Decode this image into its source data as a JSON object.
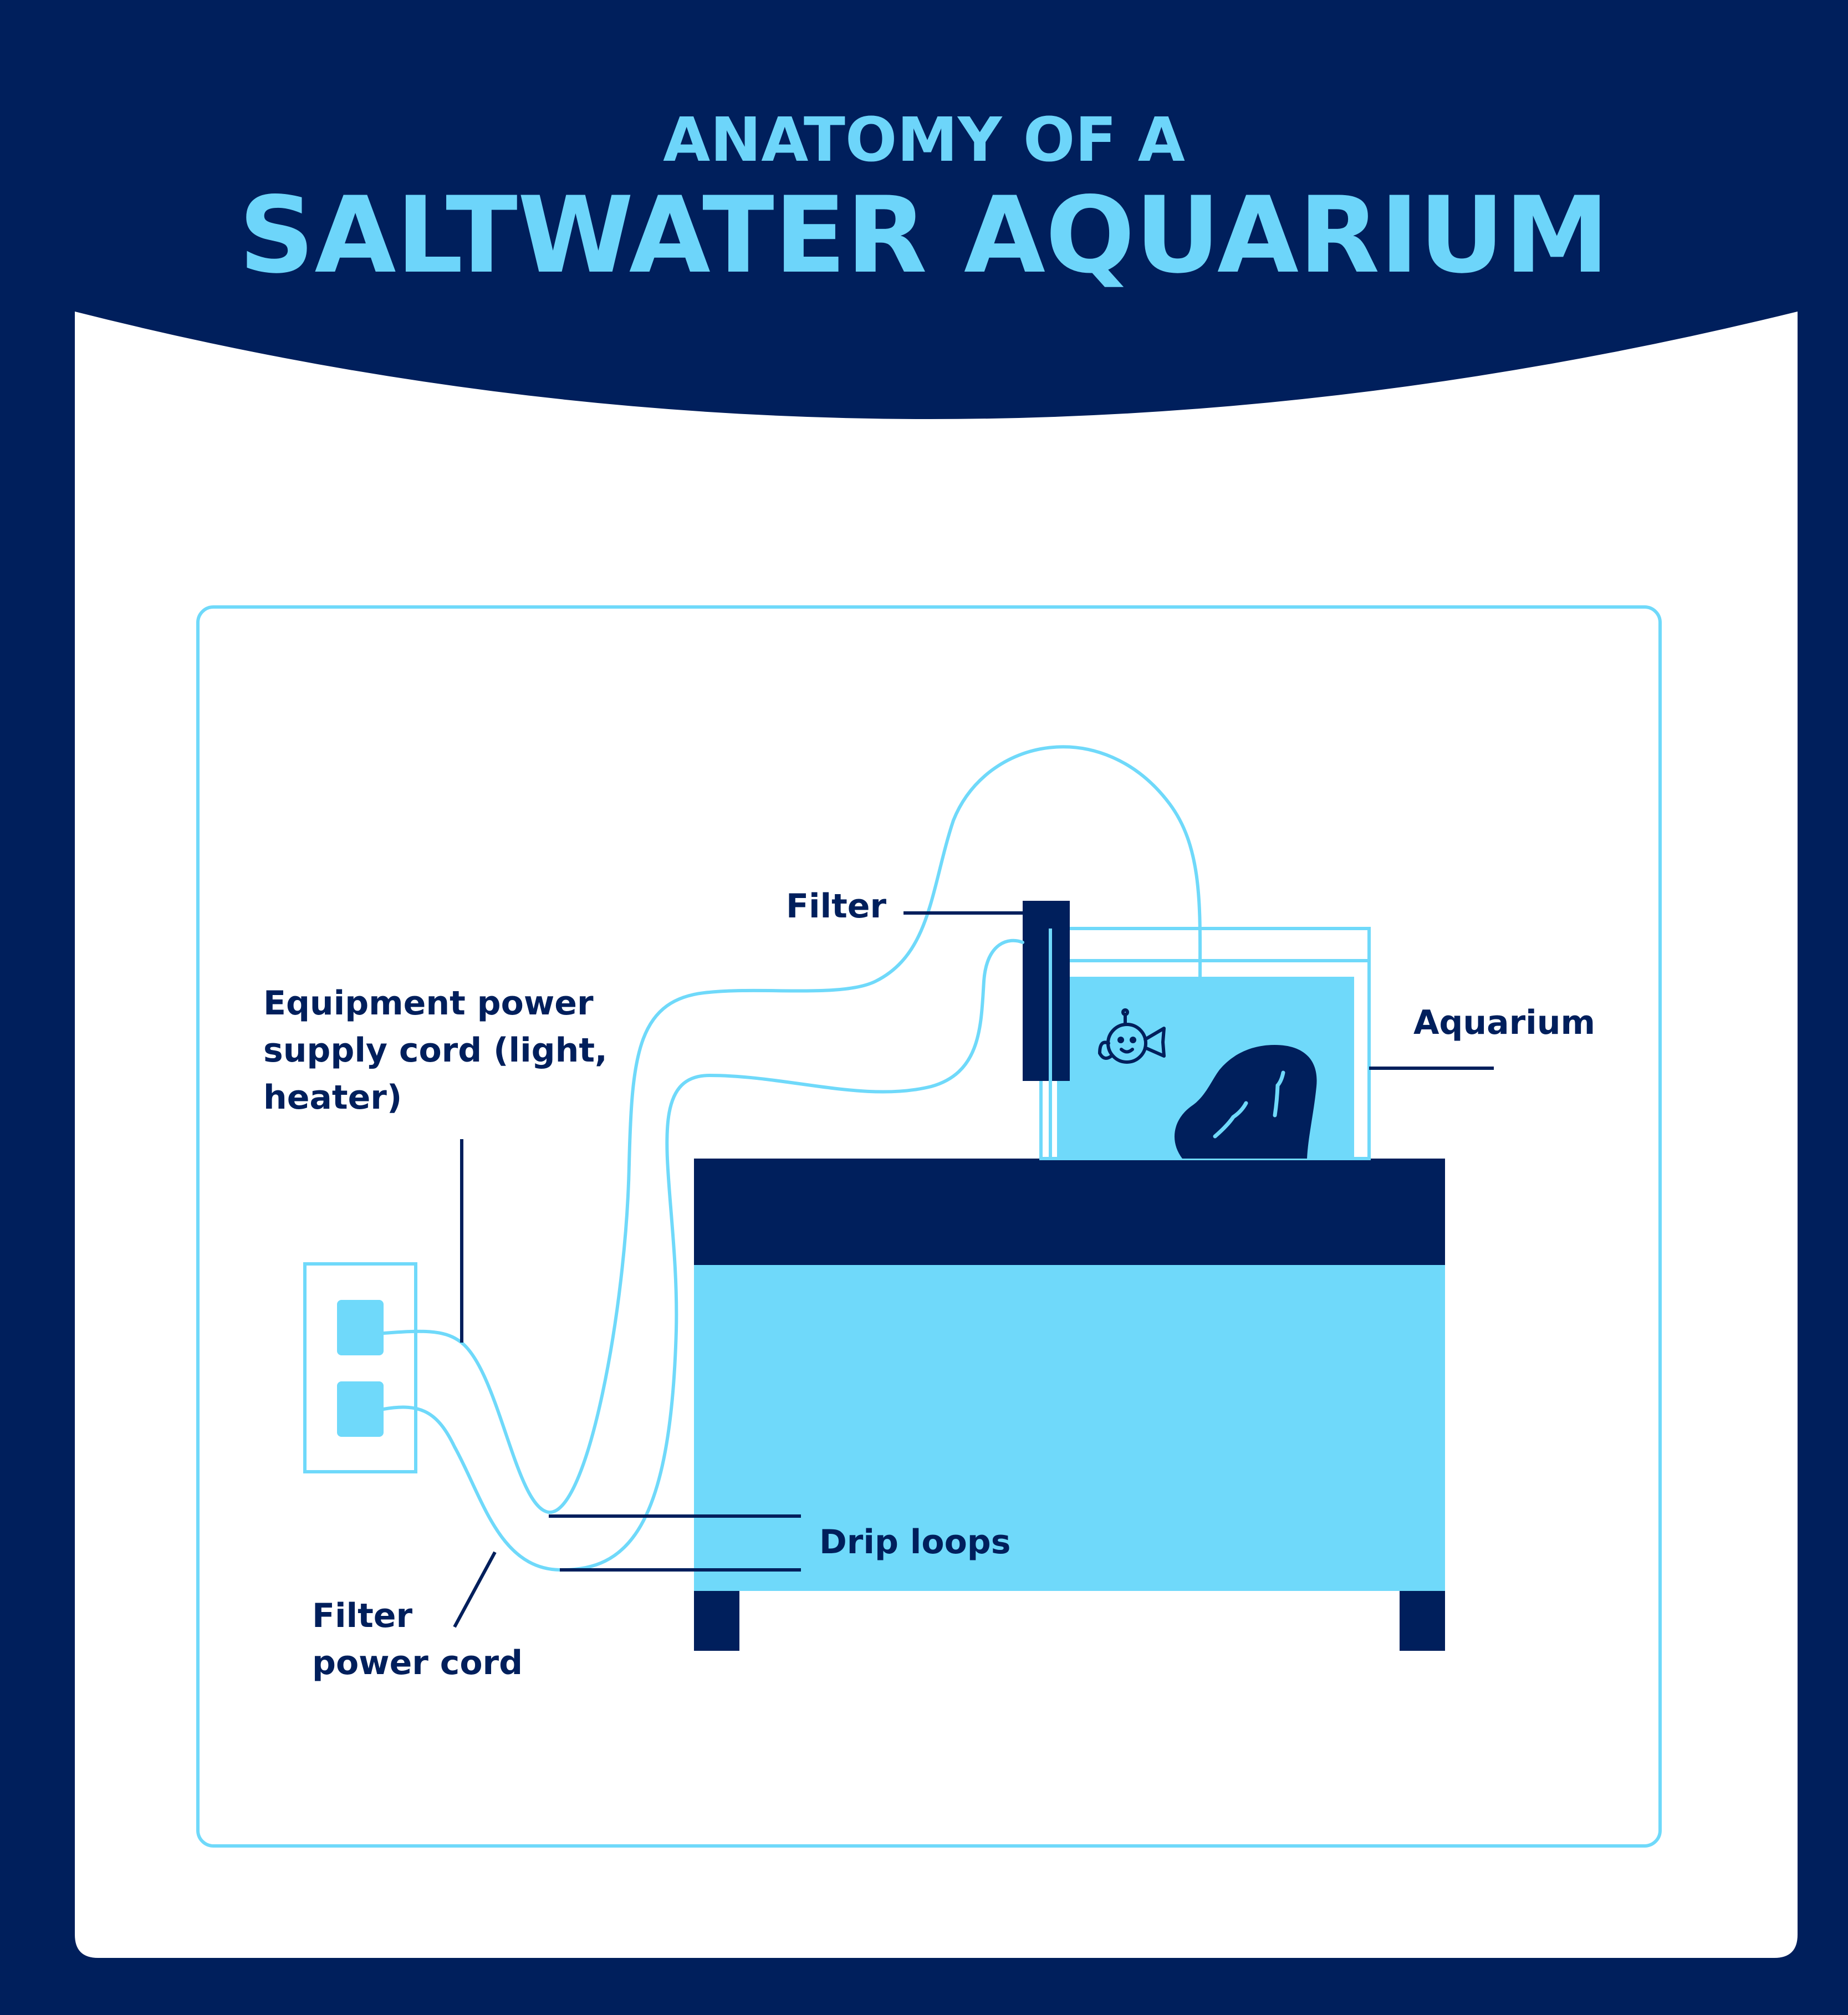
{
  "header": {
    "title_line1": "ANATOMY OF A",
    "title_line2": "SALTWATER AQUARIUM"
  },
  "labels": {
    "filter": "Filter",
    "aquarium": "Aquarium",
    "equipment_cord_line1": "Equipment power",
    "equipment_cord_line2": "supply cord (light,",
    "equipment_cord_line3": "heater)",
    "drip_loops": "Drip loops",
    "filter_cord_line1": "Filter",
    "filter_cord_line2": "power cord"
  },
  "colors": {
    "navy": "#001f5c",
    "light_blue": "#6fd9fa",
    "accent_text": "#6dd5fa",
    "white": "#ffffff"
  },
  "icons": {
    "fish": "fish-icon",
    "rock": "rock-icon",
    "outlet": "outlet-icon"
  }
}
